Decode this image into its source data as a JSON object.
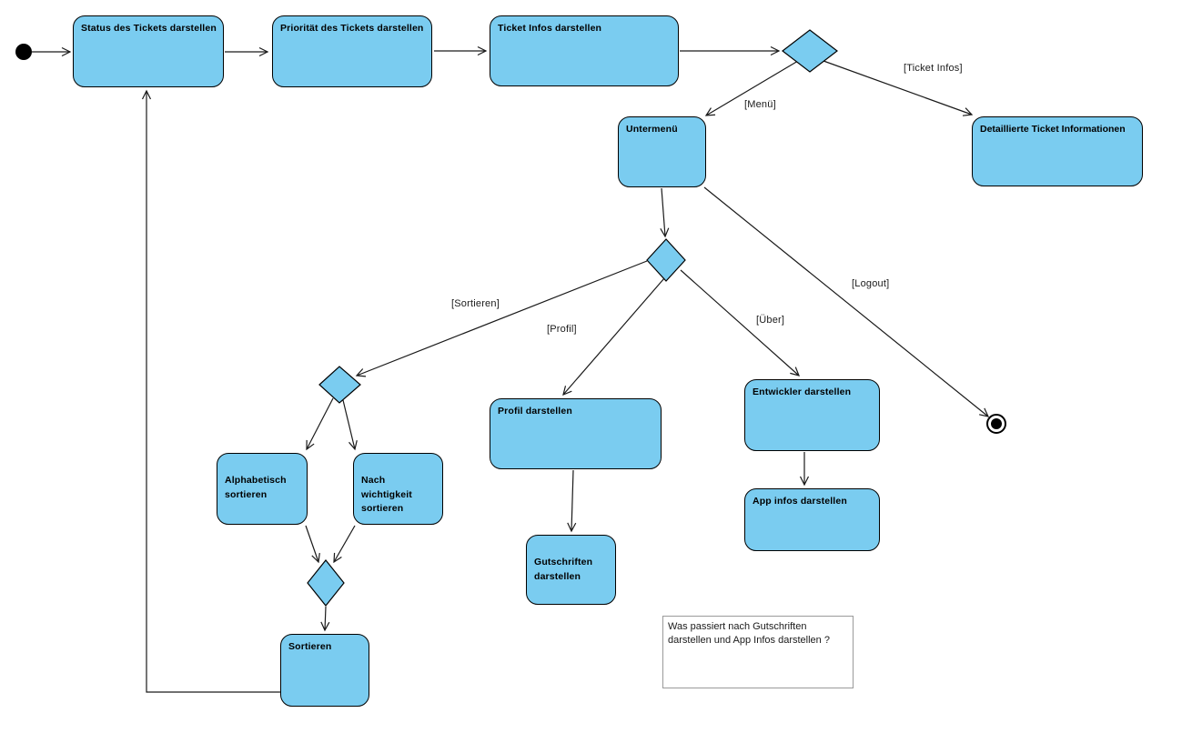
{
  "colors": {
    "node_fill": "#7accf0",
    "node_border": "#000000",
    "edge": "#1a1a1a",
    "note_border": "#9a9a9a"
  },
  "nodes": {
    "status": {
      "label": "Status des Tickets darstellen"
    },
    "prioritaet": {
      "label": "Priorität des Tickets darstellen"
    },
    "ticket_infos": {
      "label": "Ticket Infos darstellen"
    },
    "detail": {
      "label": "Detaillierte Ticket Informationen"
    },
    "untermenue": {
      "label": "Untermenü"
    },
    "profil": {
      "label": "Profil darstellen"
    },
    "gutschriften": {
      "label": "Gutschriften\ndarstellen"
    },
    "entwickler": {
      "label": "Entwickler darstellen"
    },
    "app_infos": {
      "label": "App infos darstellen"
    },
    "alphabetisch": {
      "label": "Alphabetisch\nsortieren"
    },
    "nach_wichtigkeit": {
      "label": "Nach\nwichtigkeit\nsortieren"
    },
    "sortieren": {
      "label": "Sortieren"
    }
  },
  "edge_labels": {
    "ticket_infos": "[Ticket Infos]",
    "menue": "[Menü]",
    "logout": "[Logout]",
    "sortieren": "[Sortieren]",
    "profil": "[Profil]",
    "ueber": "[Über]"
  },
  "note": {
    "text": "Was passiert nach Gutschriften darstellen und App Infos darstellen ?"
  }
}
